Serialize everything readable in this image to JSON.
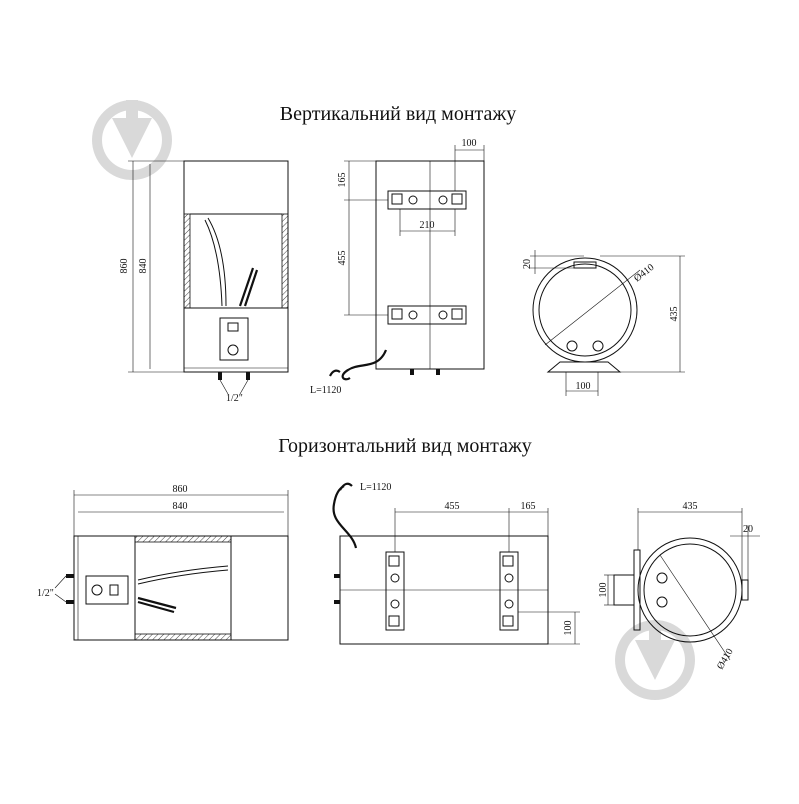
{
  "titles": {
    "vertical": "Вертикальний вид монтажу",
    "horizontal": "Горизонтальний вид монтажу"
  },
  "vertical_view": {
    "front": {
      "height_outer": "860",
      "height_inner": "840",
      "pipe": "1/2\""
    },
    "back": {
      "top_offset": "165",
      "bracket_spacing": "455",
      "bracket_width": "210",
      "top_width": "100",
      "cable": "L=1120"
    },
    "side": {
      "offset": "20",
      "diameter": "Ø410",
      "depth": "435",
      "base": "100"
    }
  },
  "horizontal_view": {
    "front": {
      "length_outer": "860",
      "length_inner": "840",
      "pipe": "1/2\""
    },
    "back": {
      "cable": "L=1120",
      "bracket_spacing": "455",
      "end_offset": "165",
      "side_offset": "100"
    },
    "side": {
      "depth": "435",
      "offset": "20",
      "base": "100",
      "diameter": "Ø410"
    }
  }
}
